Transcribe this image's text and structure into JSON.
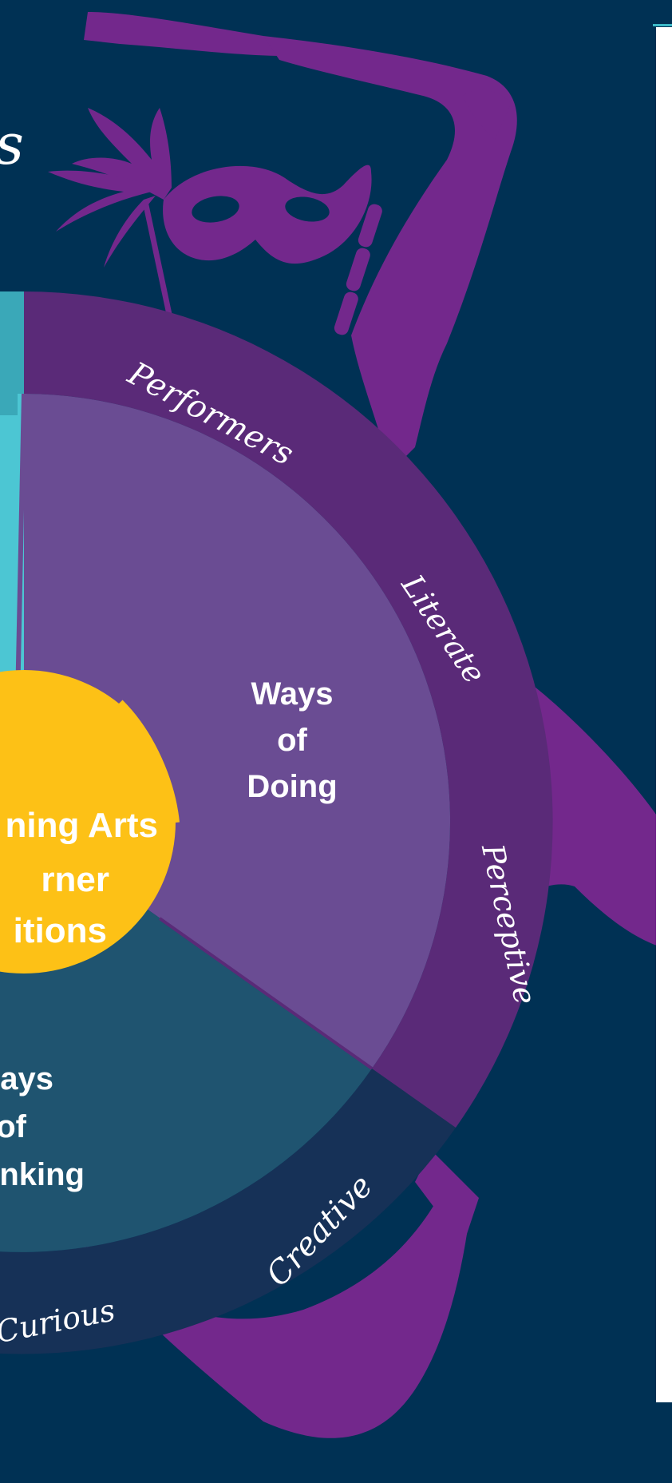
{
  "diagram": {
    "center_label": [
      "ning Arts",
      "rner",
      "itions"
    ],
    "doing_label": [
      "Ways",
      "of",
      "Doing"
    ],
    "thinking_label": [
      "ays",
      "of",
      "nking"
    ],
    "outer_ring_words": [
      "Performers",
      "Literate",
      "Perceptive",
      "Creative",
      "Curious"
    ],
    "heading_fragment": "s"
  },
  "colors": {
    "background": "#003154",
    "instrument_purple": "#73288c",
    "outer_ring_purple": "#5a2a78",
    "doing_sector": "#6a4c93",
    "thinking_sector": "#1f5470",
    "teal_sector": "#4cc6d3",
    "dark_ring": "#163157",
    "center_yellow": "#fdc116",
    "panel": "#ffffff"
  },
  "icons": [
    "saxophone-icon",
    "masquerade-mask-icon",
    "bass-instrument-icon"
  ]
}
